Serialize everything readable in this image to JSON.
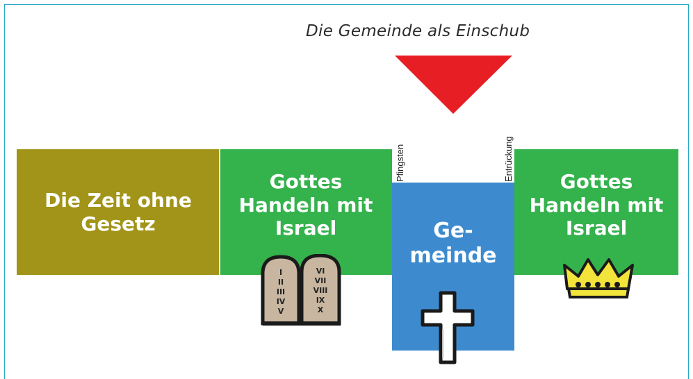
{
  "title": "Die Gemeinde als Einschub",
  "blocks": [
    {
      "label": "Die Zeit ohne Gesetz",
      "color": "#a19418"
    },
    {
      "label": "Gottes Handeln mit Israel",
      "color": "#34b24c"
    },
    {
      "label": "Ge-\nmeinde",
      "color": "#3d8bce"
    },
    {
      "label": "Gottes Handeln mit Israel",
      "color": "#34b24c"
    }
  ],
  "markers": {
    "start": "Pfingsten",
    "end": "Entrückung"
  },
  "tablets": {
    "left": [
      "I",
      "II",
      "III",
      "IV",
      "V"
    ],
    "right": [
      "VI",
      "VII",
      "VIII",
      "IX",
      "X"
    ]
  },
  "colors": {
    "arrow": "#e81e25",
    "crown": "#f2e43a"
  },
  "icons": [
    "arrow-down-icon",
    "stone-tablets-icon",
    "cross-icon",
    "crown-icon"
  ]
}
